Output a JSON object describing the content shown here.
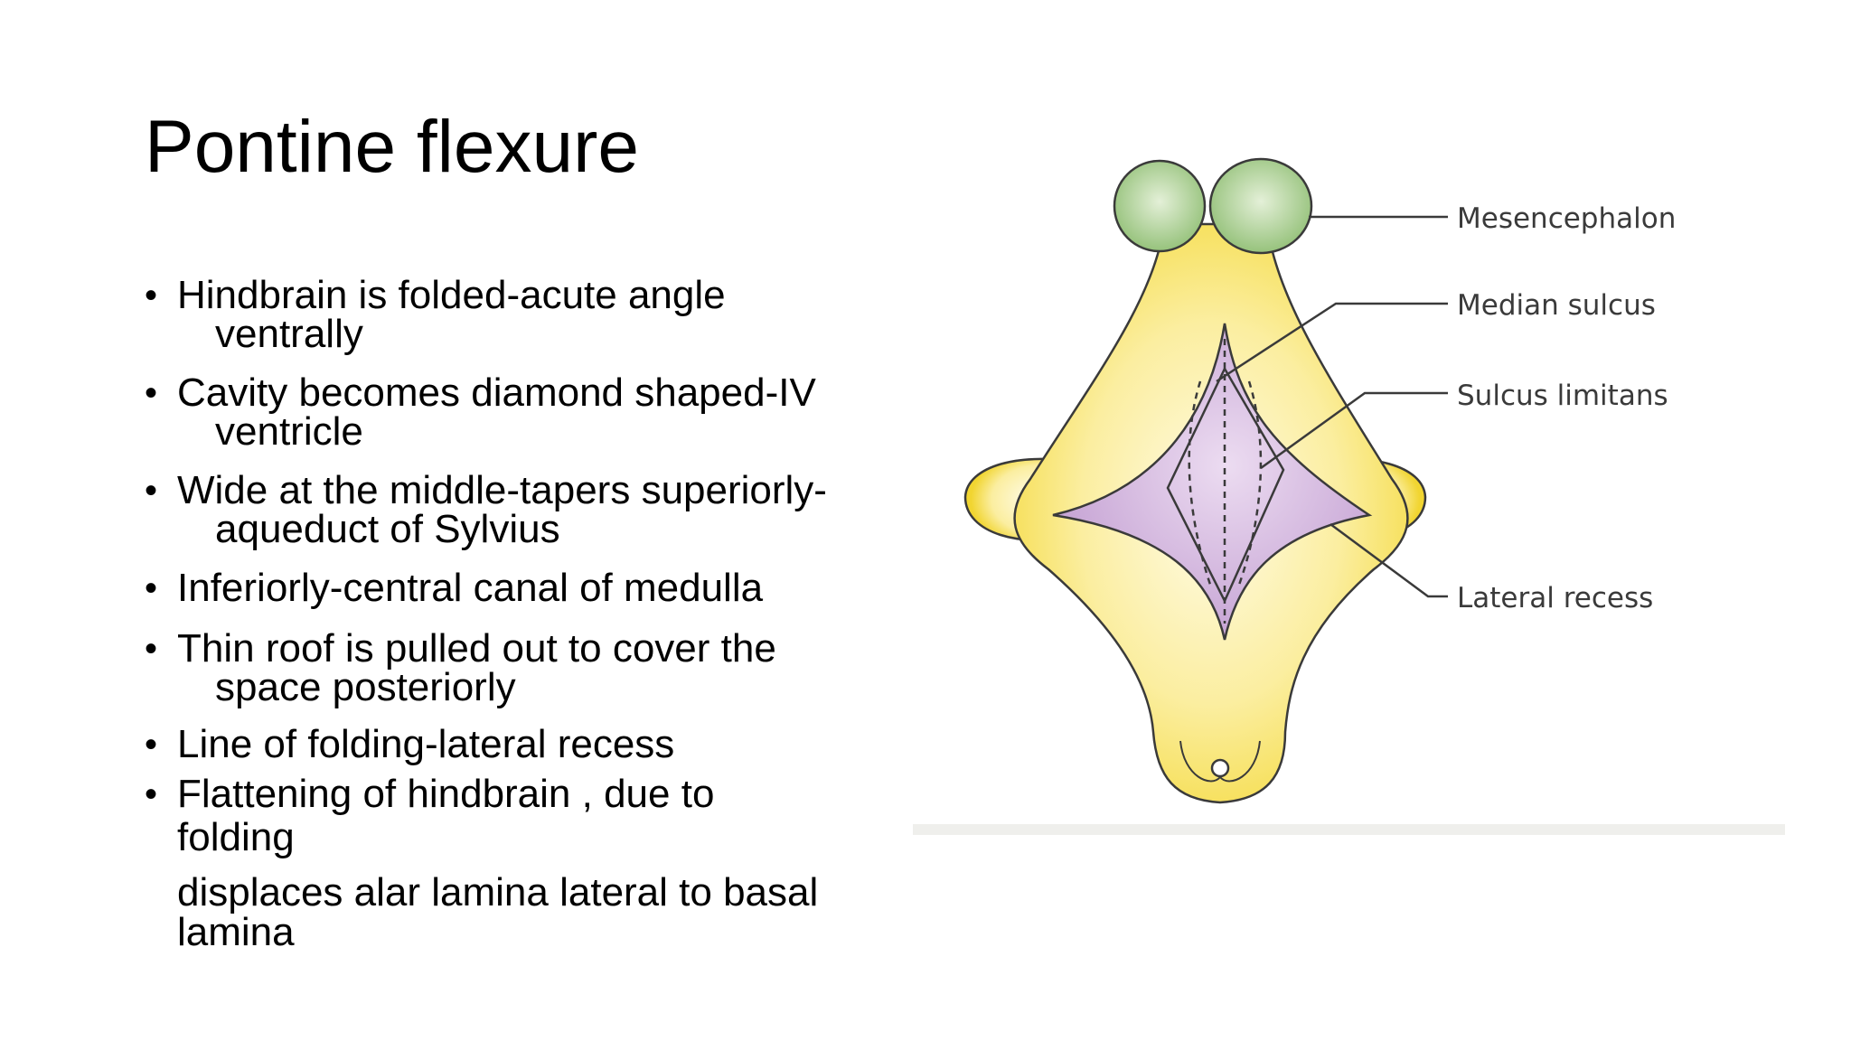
{
  "slide": {
    "title": "Pontine flexure",
    "bullets": [
      {
        "lines": [
          "Hindbrain is folded-acute angle",
          "ventrally"
        ]
      },
      {
        "lines": [
          "Cavity becomes diamond shaped-IV",
          "ventricle"
        ]
      },
      {
        "lines": [
          "Wide at the middle-tapers superiorly-",
          "aqueduct of Sylvius"
        ]
      },
      {
        "lines": [
          "Inferiorly-central canal of medulla"
        ]
      },
      {
        "lines": [
          "Thin roof is pulled out to cover the",
          "space posteriorly"
        ]
      },
      {
        "lines": [
          "Line of folding-lateral recess"
        ]
      },
      {
        "lines": [
          "Flattening of hindbrain , due to",
          "folding"
        ]
      }
    ],
    "continuation": [
      "displaces alar lamina lateral to basal",
      "lamina"
    ]
  },
  "diagram": {
    "labels": {
      "mesencephalon": "Mesencephalon",
      "median_sulcus": "Median sulcus",
      "sulcus_limitans": "Sulcus limitans",
      "lateral_recess": "Lateral recess"
    },
    "colors": {
      "hindbrain": "#f6dd3a",
      "mesencephalon": "#9cc580",
      "ventricle": "#c9a5d6",
      "outline": "#3a3a3a"
    }
  }
}
